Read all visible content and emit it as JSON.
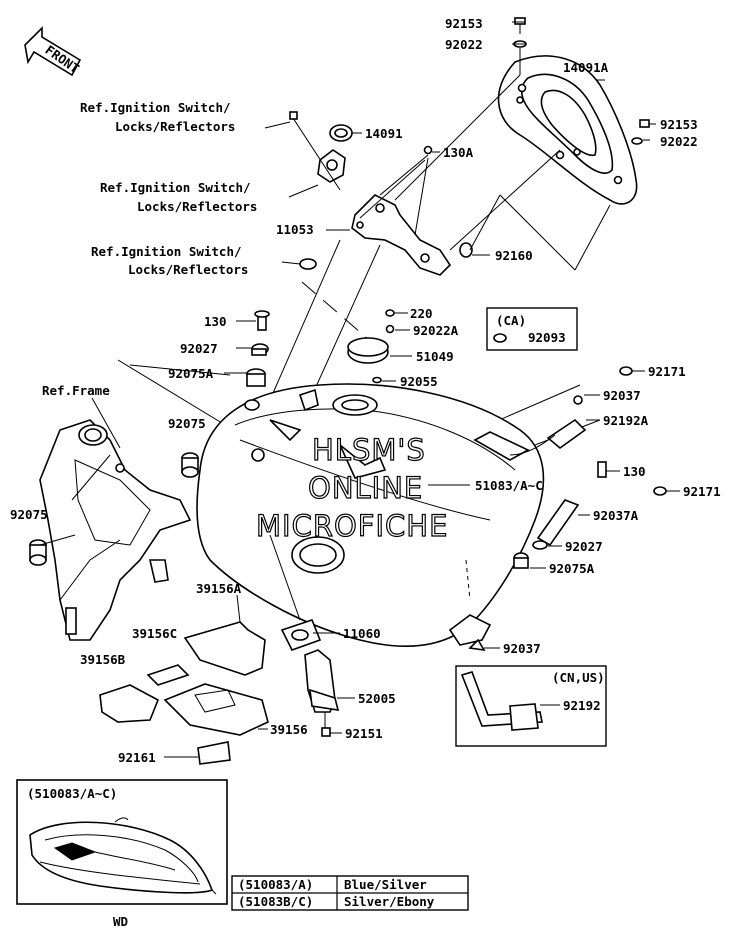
{
  "front_label": "FRONT",
  "references": {
    "ignition1": [
      "Ref.Ignition Switch/",
      "Locks/Reflectors"
    ],
    "ignition2": [
      "Ref.Ignition Switch/",
      "Locks/Reflectors"
    ],
    "ignition3": [
      "Ref.Ignition Switch/",
      "Locks/Reflectors"
    ],
    "frame": "Ref.Frame"
  },
  "parts": {
    "p92153a": "92153",
    "p92022a": "92022",
    "p14091A": "14091A",
    "p92153b": "92153",
    "p92022b": "92022",
    "p14091": "14091",
    "p130A": "130A",
    "p11053": "11053",
    "p92160": "92160",
    "p220": "220",
    "p92022A": "92022A",
    "p130a": "130",
    "p92027a": "92027",
    "p92075Aa": "92075A",
    "p51049": "51049",
    "p92055": "92055",
    "p92093": "92093",
    "p92171a": "92171",
    "p92037a": "92037",
    "p92192A": "92192A",
    "p92075a": "92075",
    "p51083": "51083/A~C",
    "p130b": "130",
    "p92171b": "92171",
    "p92075b": "92075",
    "p92037A": "92037A",
    "p92027b": "92027",
    "p92075Ab": "92075A",
    "p39156A": "39156A",
    "p39156C": "39156C",
    "p11060": "11060",
    "p92037b": "92037",
    "p39156B": "39156B",
    "p52005": "52005",
    "p92192": "92192",
    "p39156": "39156",
    "p92151": "92151",
    "p92161": "92161"
  },
  "region_ca": "(CA)",
  "region_cnus": "(CN,US)",
  "inset_title": "(510083/A~C)",
  "inset_caption": "WD",
  "watermark": [
    "HLSM'S",
    "ONLINE",
    "MICROFICHE"
  ],
  "color_table": [
    {
      "code": "(510083/A)",
      "color": "Blue/Silver"
    },
    {
      "code": "(51083B/C)",
      "color": "Silver/Ebony"
    }
  ]
}
